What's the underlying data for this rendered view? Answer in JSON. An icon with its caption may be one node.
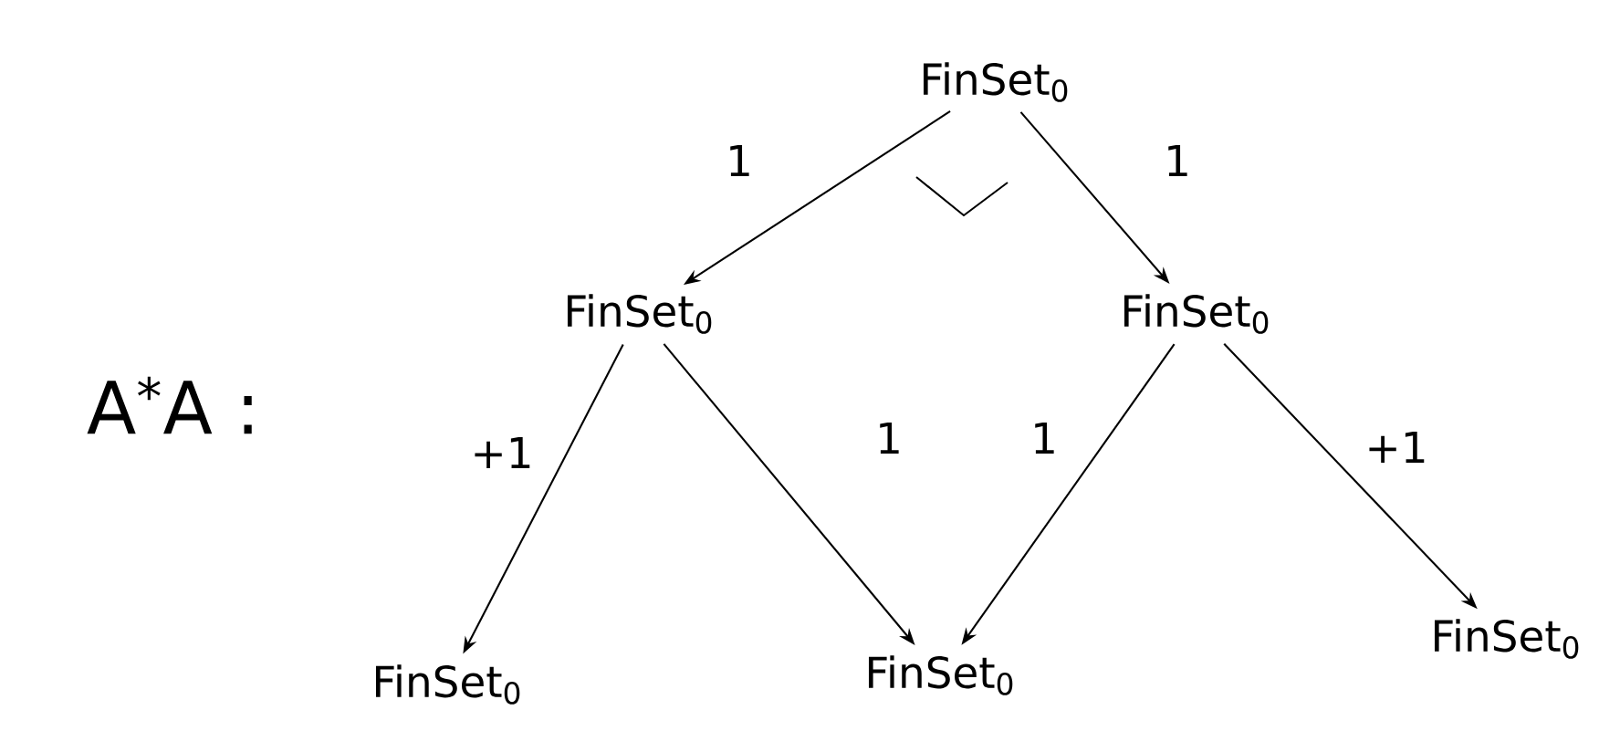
{
  "diagram": {
    "nodes": [
      {
        "text": [
          "FinSet$_{0}$"
        ]
      },
      {
        "text": [
          "FinSet$_{0}$"
        ]
      },
      {
        "text": [
          "FinSet$_{0}$"
        ]
      },
      {
        "text": [
          "FinSet$_{0}$"
        ]
      },
      {
        "text": [
          "FinSet$_{0}$"
        ]
      },
      {
        "text": [
          "FinSet$_{0}$"
        ]
      }
    ],
    "edges": [
      {
        "from": 0,
        "to": 1,
        "arrow": "to",
        "label": "1"
      },
      {
        "from": 0,
        "to": 2,
        "arrow": "to",
        "label": "1"
      },
      {
        "from": 1,
        "to": 3,
        "arrow": "to",
        "label": "+1"
      },
      {
        "from": 1,
        "to": 4,
        "arrow": "to",
        "label": "1"
      },
      {
        "from": 2,
        "to": 4,
        "arrow": "to",
        "label": "1"
      },
      {
        "from": 2,
        "to": 5,
        "arrow": "to",
        "label": "+1"
      }
    ],
    "labels": [
      "A$^{*}$A :"
    ]
  }
}
